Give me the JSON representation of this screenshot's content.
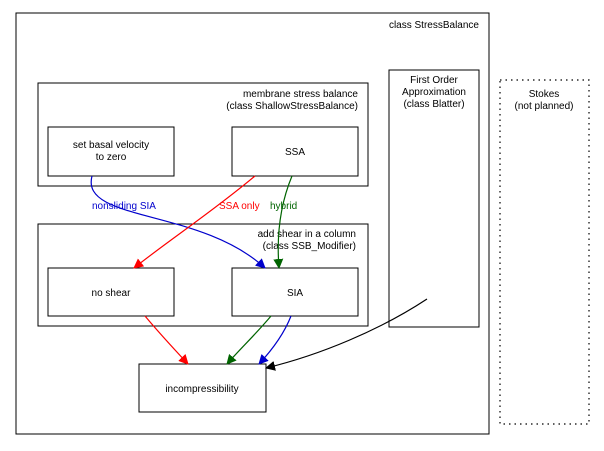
{
  "labels": {
    "stress_balance": "class StressBalance",
    "membrane_line1": "membrane stress balance",
    "membrane_line2": "(class ShallowStressBalance)",
    "basal_line1": "set basal velocity",
    "basal_line2": "to zero",
    "ssa": "SSA",
    "modifier_line1": "add shear in a column",
    "modifier_line2": "(class SSB_Modifier)",
    "no_shear": "no shear",
    "sia": "SIA",
    "first_order_line1": "First Order",
    "first_order_line2": "Approximation",
    "first_order_line3": "(class Blatter)",
    "stokes_line1": "Stokes",
    "stokes_line2": "(not planned)",
    "incompressibility": "incompressibility"
  },
  "edges": {
    "nonsliding_sia": {
      "label": "nonsliding SIA",
      "color": "#0000cc"
    },
    "ssa_only": {
      "label": "SSA only",
      "color": "#ff0000"
    },
    "hybrid": {
      "label": "hybrid",
      "color": "#006400"
    }
  },
  "colors": {
    "red": "#ff0000",
    "green": "#006400",
    "blue": "#0000cc",
    "black": "#000000"
  }
}
